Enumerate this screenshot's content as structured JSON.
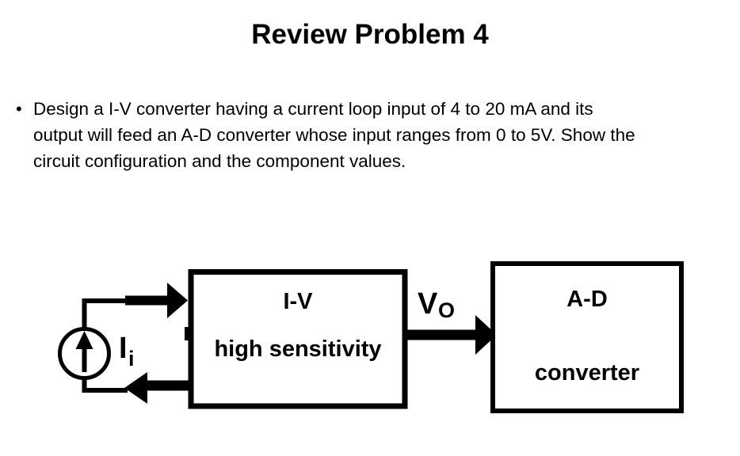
{
  "slide": {
    "title": "Review Problem 4",
    "bullet": {
      "marker": "•",
      "text": "Design a I-V converter having a current loop input of 4 to 20 mA and its\noutput will feed an A-D converter whose input ranges from 0 to 5V. Show the\ncircuit configuration and the component values."
    }
  },
  "diagram": {
    "current_source": {
      "symbol": "current-source-circle-with-up-arrow",
      "label": "I",
      "label_subscript": "i"
    },
    "iv_block": {
      "line1": "I-V",
      "line2": "high sensitivity"
    },
    "output_signal": {
      "label": "V",
      "label_subscript": "O"
    },
    "ad_block": {
      "line1": "A-D",
      "line2": "converter"
    },
    "colors": {
      "ink": "#000000",
      "background": "#ffffff"
    }
  }
}
